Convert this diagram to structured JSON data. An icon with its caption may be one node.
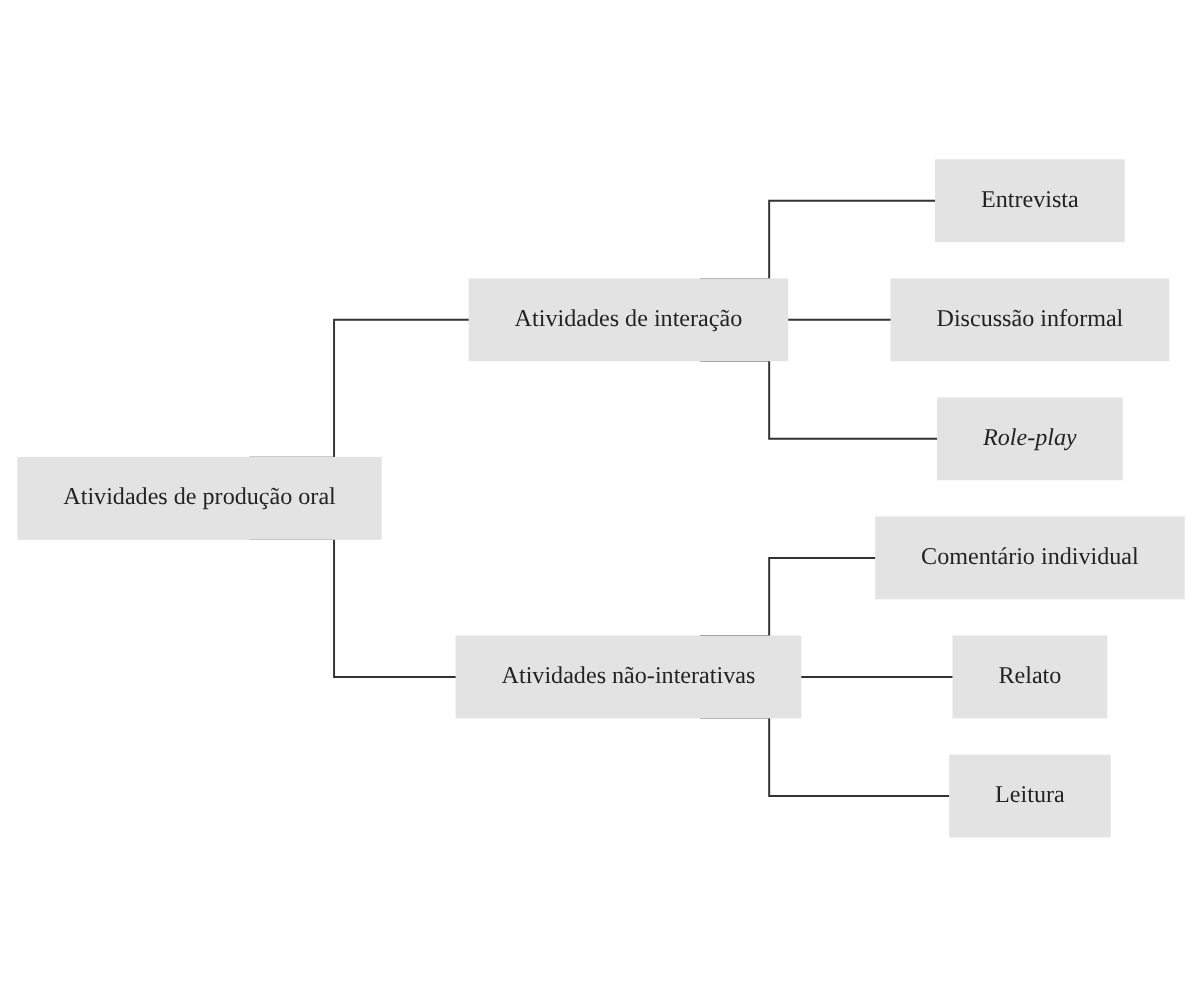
{
  "diagram": {
    "nodes": [
      {
        "text": [
          "Atividades de produção oral"
        ]
      },
      {
        "text": [
          "Atividades de interação"
        ]
      },
      {
        "text": [
          "Entrevista"
        ]
      },
      {
        "text": [
          "Discussão informal"
        ]
      },
      {
        "text": [
          "Role-play"
        ]
      },
      {
        "text": [
          "Atividades não-interativas"
        ]
      },
      {
        "text": [
          "Comentário individual"
        ]
      },
      {
        "text": [
          "Relato"
        ]
      },
      {
        "text": [
          "Leitura"
        ]
      }
    ],
    "edges": [
      {
        "from": 0,
        "to": 1,
        "arrow": "none"
      },
      {
        "from": 0,
        "to": 5,
        "arrow": "none"
      },
      {
        "from": 1,
        "to": 2,
        "arrow": "none"
      },
      {
        "from": 1,
        "to": 3,
        "arrow": "none"
      },
      {
        "from": 1,
        "to": 4,
        "arrow": "none"
      },
      {
        "from": 5,
        "to": 6,
        "arrow": "none"
      },
      {
        "from": 5,
        "to": 7,
        "arrow": "none"
      },
      {
        "from": 5,
        "to": 8,
        "arrow": "none"
      }
    ]
  }
}
